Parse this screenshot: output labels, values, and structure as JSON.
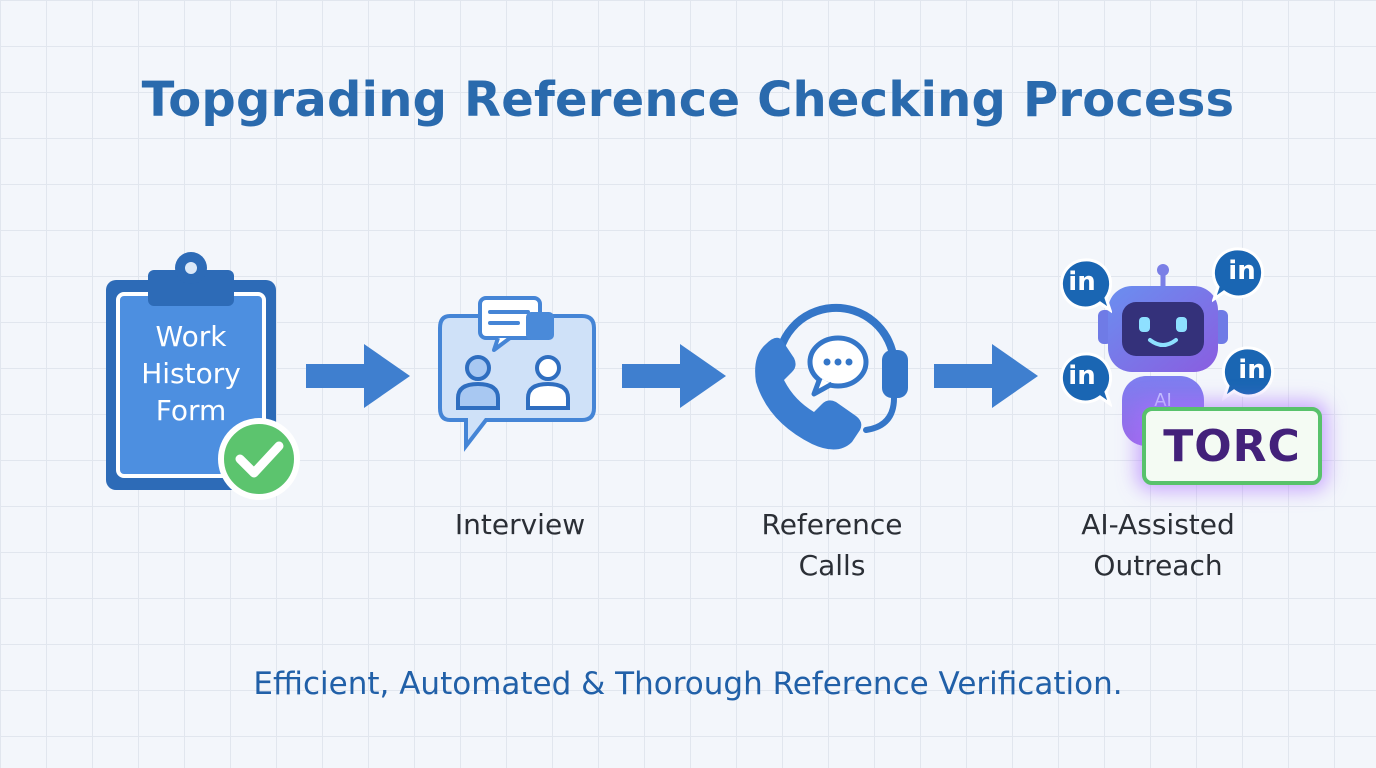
{
  "diagram": {
    "title": "Topgrading Reference Checking Process",
    "subtitle": "Efficient, Automated & Thorough Reference Verification.",
    "steps": [
      {
        "id": "work-history",
        "label": "Work History Form",
        "icon": "clipboard-check-icon"
      },
      {
        "id": "interview",
        "label": "Interview",
        "icon": "interview-chat-icon"
      },
      {
        "id": "reference-calls",
        "label_line1": "Reference",
        "label_line2": "Calls",
        "icon": "phone-headset-icon"
      },
      {
        "id": "ai-outreach",
        "label_line1": "AI-Assisted",
        "label_line2": "Outreach",
        "icon": "ai-robot-icon"
      }
    ],
    "form_lines": [
      "Work",
      "History",
      "Form"
    ],
    "robot_chest_text": "AI",
    "linkedin_text": "in",
    "badge_text": "TORC"
  },
  "colors": {
    "primary_blue": "#2a6aad",
    "arrow_blue": "#3f7fcf",
    "check_green": "#5cc46e",
    "linkedin_blue": "#1a66b3",
    "badge_purple": "#43217a"
  }
}
